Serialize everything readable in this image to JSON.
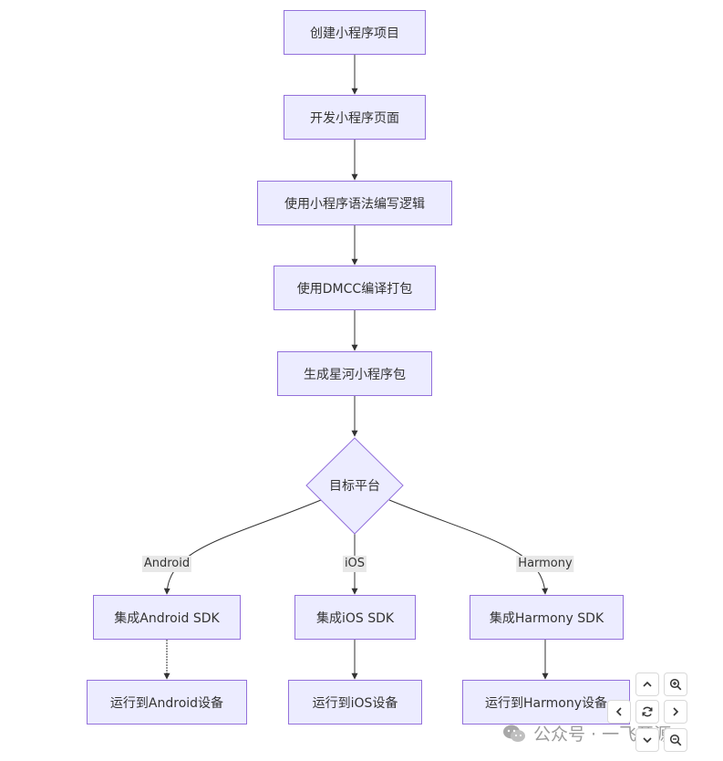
{
  "diagram": {
    "nodes": {
      "create_project": "创建小程序项目",
      "develop_pages": "开发小程序页面",
      "write_logic": "使用小程序语法编写逻辑",
      "compile_pack": "使用DMCC编译打包",
      "generate_pkg": "生成星河小程序包",
      "target_platform": "目标平台",
      "integrate_android": "集成Android SDK",
      "integrate_ios": "集成iOS SDK",
      "integrate_harmony": "集成Harmony SDK",
      "run_android": "运行到Android设备",
      "run_ios": "运行到iOS设备",
      "run_harmony": "运行到Harmony设备"
    },
    "edge_labels": {
      "android": "Android",
      "ios": "iOS",
      "harmony": "Harmony"
    },
    "colors": {
      "node_fill": "#ECECFF",
      "node_border": "#9370DB",
      "edge": "#333333",
      "label_bg": "#e8e8e8"
    }
  },
  "controls": {
    "icons": [
      "chevron-up-icon",
      "zoom-in-icon",
      "chevron-left-icon",
      "reset-icon",
      "chevron-right-icon",
      "chevron-down-icon",
      "zoom-out-icon"
    ]
  },
  "watermark": {
    "text": "公众号 · 一飞开源",
    "icon": "wechat-icon"
  }
}
